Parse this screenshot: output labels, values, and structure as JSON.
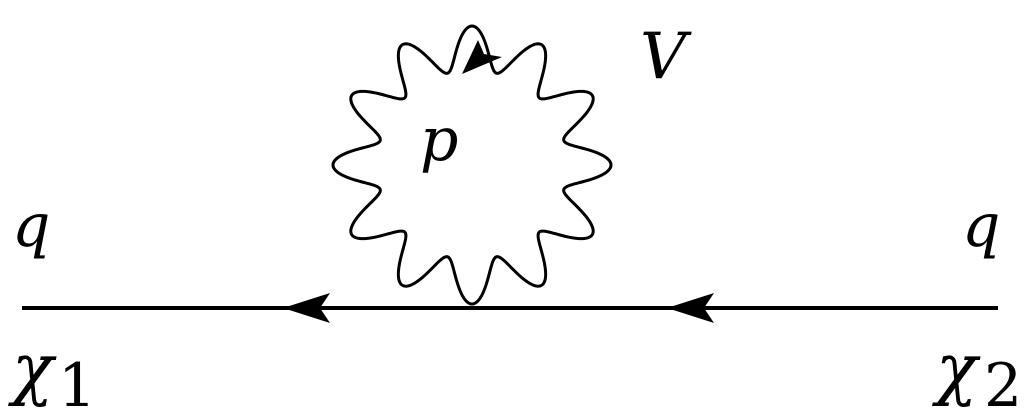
{
  "diagram": {
    "labels": {
      "left_momentum": "q",
      "right_momentum": "q",
      "loop_momentum": "p",
      "boson": "V",
      "left_particle": "χ",
      "left_particle_index": "1",
      "right_particle": "χ",
      "right_particle_index": "2"
    },
    "colors": {
      "stroke": "#000000",
      "background": "#ffffff"
    }
  }
}
